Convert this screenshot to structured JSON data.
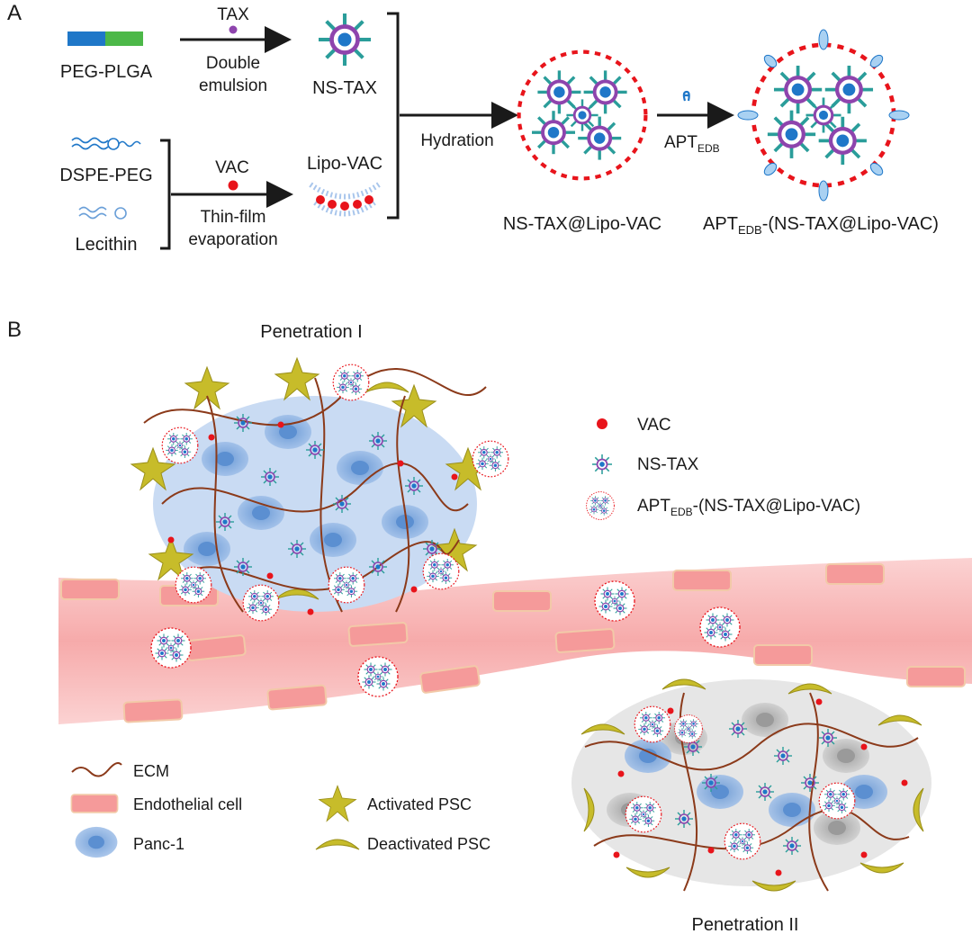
{
  "panel_a": {
    "letter": "A",
    "peg_plga": "PEG-PLGA",
    "tax": "TAX",
    "double": "Double",
    "emulsion": "emulsion",
    "ns_tax": "NS-TAX",
    "dspe_peg": "DSPE-PEG",
    "lecithin": "Lecithin",
    "vac": "VAC",
    "thin_film": "Thin-film",
    "evaporation": "evaporation",
    "lipo_vac": "Lipo-VAC",
    "hydration": "Hydration",
    "ns_tax_lipo_vac": "NS-TAX@Lipo-VAC",
    "apt_base": "APT",
    "apt_sub": "EDB",
    "apt_product_suffix": "-(NS-TAX@Lipo-VAC)"
  },
  "panel_b": {
    "letter": "B",
    "penetration_1": "Penetration I",
    "penetration_2": "Penetration II",
    "legend_top": {
      "vac": "VAC",
      "ns_tax": "NS-TAX",
      "apt_base": "APT",
      "apt_sub": "EDB",
      "apt_suffix": "-(NS-TAX@Lipo-VAC)"
    },
    "legend_bottom": {
      "ecm": "ECM",
      "endothelial": "Endothelial cell",
      "panc1": "Panc-1",
      "activated_psc": "Activated PSC",
      "deactivated_psc": "Deactivated PSC"
    }
  },
  "colors": {
    "peg": "#1f77c8",
    "plga": "#4cb848",
    "tax": "#8e44ad",
    "vac": "#e8141b",
    "lipid_blue": "#6a9fd8",
    "vessel": "#f7b3b3",
    "psc": "#c7bc2a",
    "ecm": "#8b3a1a",
    "panc": "#7da7dc"
  }
}
